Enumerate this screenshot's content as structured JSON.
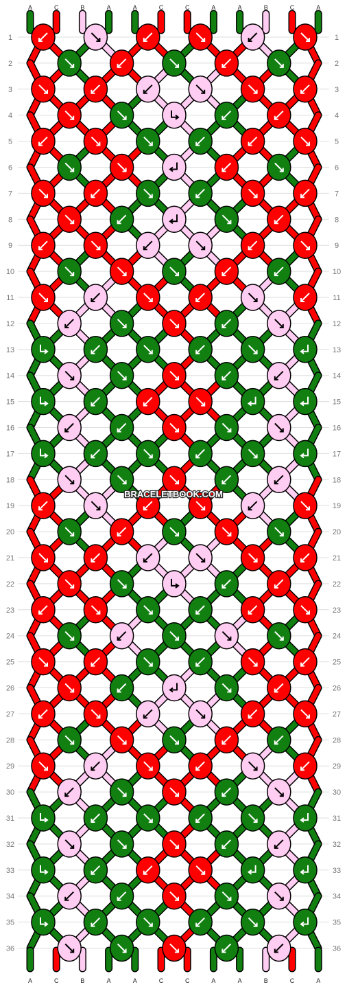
{
  "watermark": "BRACELETBOOK.COM",
  "colors": {
    "A": "#118011",
    "B": "#ffccf2",
    "C": "#ff0000",
    "outline": "#000000",
    "grid_line": "#dddddd"
  },
  "strands": [
    "A",
    "C",
    "B",
    "A",
    "A",
    "C",
    "C",
    "A",
    "A",
    "B",
    "C",
    "A"
  ],
  "rows": [
    "1",
    "2",
    "3",
    "4",
    "5",
    "6",
    "7",
    "8",
    "9",
    "10",
    "11",
    "12",
    "13",
    "14",
    "15",
    "16",
    "17",
    "18",
    "19",
    "20",
    "21",
    "22",
    "23",
    "24",
    "25",
    "26",
    "27",
    "28",
    "29",
    "30",
    "31",
    "32",
    "33",
    "34",
    "35",
    "36"
  ],
  "knots": [
    [
      {
        "c": "C",
        "d": "bl"
      },
      {
        "c": "B",
        "d": "br"
      },
      {
        "c": "C",
        "d": "bl"
      },
      {
        "c": "C",
        "d": "br"
      },
      {
        "c": "B",
        "d": "bl"
      },
      {
        "c": "C",
        "d": "br"
      }
    ],
    [
      {
        "c": "A",
        "d": "br"
      },
      {
        "c": "C",
        "d": "bl"
      },
      {
        "c": "A",
        "d": "br"
      },
      {
        "c": "C",
        "d": "bl"
      },
      {
        "c": "A",
        "d": "br"
      }
    ],
    [
      {
        "c": "C",
        "d": "br"
      },
      {
        "c": "C",
        "d": "bl"
      },
      {
        "c": "B",
        "d": "bl"
      },
      {
        "c": "B",
        "d": "br"
      },
      {
        "c": "C",
        "d": "br"
      },
      {
        "c": "C",
        "d": "bl"
      }
    ],
    [
      {
        "c": "C",
        "d": "br"
      },
      {
        "c": "A",
        "d": "br"
      },
      {
        "c": "B",
        "d": "fr"
      },
      {
        "c": "A",
        "d": "bl"
      },
      {
        "c": "C",
        "d": "bl"
      }
    ],
    [
      {
        "c": "C",
        "d": "bl"
      },
      {
        "c": "C",
        "d": "br"
      },
      {
        "c": "A",
        "d": "br"
      },
      {
        "c": "A",
        "d": "bl"
      },
      {
        "c": "C",
        "d": "bl"
      },
      {
        "c": "C",
        "d": "br"
      }
    ],
    [
      {
        "c": "A",
        "d": "br"
      },
      {
        "c": "C",
        "d": "br"
      },
      {
        "c": "B",
        "d": "fl"
      },
      {
        "c": "C",
        "d": "bl"
      },
      {
        "c": "A",
        "d": "br"
      }
    ],
    [
      {
        "c": "C",
        "d": "br"
      },
      {
        "c": "C",
        "d": "bl"
      },
      {
        "c": "A",
        "d": "br"
      },
      {
        "c": "A",
        "d": "bl"
      },
      {
        "c": "C",
        "d": "br"
      },
      {
        "c": "C",
        "d": "bl"
      }
    ],
    [
      {
        "c": "C",
        "d": "br"
      },
      {
        "c": "A",
        "d": "bl"
      },
      {
        "c": "B",
        "d": "fl"
      },
      {
        "c": "A",
        "d": "br"
      },
      {
        "c": "C",
        "d": "bl"
      }
    ],
    [
      {
        "c": "C",
        "d": "bl"
      },
      {
        "c": "C",
        "d": "br"
      },
      {
        "c": "B",
        "d": "bl"
      },
      {
        "c": "B",
        "d": "br"
      },
      {
        "c": "C",
        "d": "bl"
      },
      {
        "c": "C",
        "d": "br"
      }
    ],
    [
      {
        "c": "A",
        "d": "br"
      },
      {
        "c": "C",
        "d": "br"
      },
      {
        "c": "A",
        "d": "br"
      },
      {
        "c": "C",
        "d": "bl"
      },
      {
        "c": "A",
        "d": "bl"
      }
    ],
    [
      {
        "c": "C",
        "d": "br"
      },
      {
        "c": "B",
        "d": "bl"
      },
      {
        "c": "C",
        "d": "br"
      },
      {
        "c": "C",
        "d": "bl"
      },
      {
        "c": "B",
        "d": "br"
      },
      {
        "c": "C",
        "d": "bl"
      }
    ],
    [
      {
        "c": "B",
        "d": "bl"
      },
      {
        "c": "A",
        "d": "br"
      },
      {
        "c": "C",
        "d": "br"
      },
      {
        "c": "A",
        "d": "bl"
      },
      {
        "c": "B",
        "d": "br"
      }
    ],
    [
      {
        "c": "A",
        "d": "fr"
      },
      {
        "c": "A",
        "d": "bl"
      },
      {
        "c": "A",
        "d": "br"
      },
      {
        "c": "A",
        "d": "bl"
      },
      {
        "c": "A",
        "d": "br"
      },
      {
        "c": "A",
        "d": "fl"
      }
    ],
    [
      {
        "c": "B",
        "d": "br"
      },
      {
        "c": "A",
        "d": "br"
      },
      {
        "c": "C",
        "d": "br"
      },
      {
        "c": "A",
        "d": "bl"
      },
      {
        "c": "B",
        "d": "bl"
      }
    ],
    [
      {
        "c": "A",
        "d": "fr"
      },
      {
        "c": "A",
        "d": "bl"
      },
      {
        "c": "C",
        "d": "bl"
      },
      {
        "c": "C",
        "d": "br"
      },
      {
        "c": "A",
        "d": "fl"
      },
      {
        "c": "A",
        "d": "fl"
      }
    ],
    [
      {
        "c": "B",
        "d": "bl"
      },
      {
        "c": "A",
        "d": "bl"
      },
      {
        "c": "C",
        "d": "br"
      },
      {
        "c": "A",
        "d": "br"
      },
      {
        "c": "B",
        "d": "br"
      }
    ],
    [
      {
        "c": "A",
        "d": "fr"
      },
      {
        "c": "A",
        "d": "bl"
      },
      {
        "c": "A",
        "d": "br"
      },
      {
        "c": "A",
        "d": "bl"
      },
      {
        "c": "A",
        "d": "br"
      },
      {
        "c": "A",
        "d": "fl"
      }
    ],
    [
      {
        "c": "B",
        "d": "br"
      },
      {
        "c": "A",
        "d": "br"
      },
      {
        "c": "C",
        "d": "br"
      },
      {
        "c": "A",
        "d": "bl"
      },
      {
        "c": "B",
        "d": "bl"
      }
    ],
    [
      {
        "c": "C",
        "d": "bl"
      },
      {
        "c": "B",
        "d": "br"
      },
      {
        "c": "C",
        "d": "bl"
      },
      {
        "c": "C",
        "d": "br"
      },
      {
        "c": "B",
        "d": "bl"
      },
      {
        "c": "C",
        "d": "br"
      }
    ],
    [
      {
        "c": "A",
        "d": "br"
      },
      {
        "c": "C",
        "d": "bl"
      },
      {
        "c": "A",
        "d": "br"
      },
      {
        "c": "C",
        "d": "br"
      },
      {
        "c": "A",
        "d": "br"
      }
    ],
    [
      {
        "c": "C",
        "d": "br"
      },
      {
        "c": "C",
        "d": "bl"
      },
      {
        "c": "B",
        "d": "bl"
      },
      {
        "c": "B",
        "d": "br"
      },
      {
        "c": "C",
        "d": "br"
      },
      {
        "c": "C",
        "d": "bl"
      }
    ],
    [
      {
        "c": "C",
        "d": "br"
      },
      {
        "c": "A",
        "d": "br"
      },
      {
        "c": "B",
        "d": "fr"
      },
      {
        "c": "A",
        "d": "bl"
      },
      {
        "c": "C",
        "d": "bl"
      }
    ],
    [
      {
        "c": "C",
        "d": "bl"
      },
      {
        "c": "C",
        "d": "br"
      },
      {
        "c": "A",
        "d": "br"
      },
      {
        "c": "A",
        "d": "bl"
      },
      {
        "c": "C",
        "d": "bl"
      },
      {
        "c": "C",
        "d": "br"
      }
    ],
    [
      {
        "c": "A",
        "d": "br"
      },
      {
        "c": "B",
        "d": "bl"
      },
      {
        "c": "A",
        "d": "br"
      },
      {
        "c": "B",
        "d": "br"
      },
      {
        "c": "A",
        "d": "br"
      }
    ],
    [
      {
        "c": "C",
        "d": "br"
      },
      {
        "c": "C",
        "d": "bl"
      },
      {
        "c": "A",
        "d": "br"
      },
      {
        "c": "A",
        "d": "bl"
      },
      {
        "c": "C",
        "d": "br"
      },
      {
        "c": "C",
        "d": "bl"
      }
    ],
    [
      {
        "c": "C",
        "d": "br"
      },
      {
        "c": "A",
        "d": "bl"
      },
      {
        "c": "B",
        "d": "fl"
      },
      {
        "c": "A",
        "d": "br"
      },
      {
        "c": "C",
        "d": "bl"
      }
    ],
    [
      {
        "c": "C",
        "d": "bl"
      },
      {
        "c": "C",
        "d": "br"
      },
      {
        "c": "B",
        "d": "bl"
      },
      {
        "c": "B",
        "d": "br"
      },
      {
        "c": "C",
        "d": "bl"
      },
      {
        "c": "C",
        "d": "br"
      }
    ],
    [
      {
        "c": "A",
        "d": "br"
      },
      {
        "c": "C",
        "d": "br"
      },
      {
        "c": "A",
        "d": "br"
      },
      {
        "c": "C",
        "d": "bl"
      },
      {
        "c": "A",
        "d": "bl"
      }
    ],
    [
      {
        "c": "C",
        "d": "br"
      },
      {
        "c": "B",
        "d": "bl"
      },
      {
        "c": "C",
        "d": "br"
      },
      {
        "c": "C",
        "d": "bl"
      },
      {
        "c": "B",
        "d": "br"
      },
      {
        "c": "C",
        "d": "bl"
      }
    ],
    [
      {
        "c": "B",
        "d": "bl"
      },
      {
        "c": "A",
        "d": "br"
      },
      {
        "c": "C",
        "d": "br"
      },
      {
        "c": "A",
        "d": "bl"
      },
      {
        "c": "B",
        "d": "br"
      }
    ],
    [
      {
        "c": "A",
        "d": "fr"
      },
      {
        "c": "A",
        "d": "bl"
      },
      {
        "c": "A",
        "d": "br"
      },
      {
        "c": "A",
        "d": "bl"
      },
      {
        "c": "A",
        "d": "br"
      },
      {
        "c": "A",
        "d": "fl"
      }
    ],
    [
      {
        "c": "B",
        "d": "br"
      },
      {
        "c": "A",
        "d": "br"
      },
      {
        "c": "C",
        "d": "br"
      },
      {
        "c": "A",
        "d": "bl"
      },
      {
        "c": "B",
        "d": "bl"
      }
    ],
    [
      {
        "c": "A",
        "d": "fr"
      },
      {
        "c": "A",
        "d": "bl"
      },
      {
        "c": "C",
        "d": "bl"
      },
      {
        "c": "C",
        "d": "br"
      },
      {
        "c": "A",
        "d": "fl"
      },
      {
        "c": "A",
        "d": "fl"
      }
    ],
    [
      {
        "c": "B",
        "d": "bl"
      },
      {
        "c": "A",
        "d": "bl"
      },
      {
        "c": "C",
        "d": "br"
      },
      {
        "c": "A",
        "d": "br"
      },
      {
        "c": "B",
        "d": "br"
      }
    ],
    [
      {
        "c": "A",
        "d": "fr"
      },
      {
        "c": "A",
        "d": "bl"
      },
      {
        "c": "A",
        "d": "br"
      },
      {
        "c": "A",
        "d": "bl"
      },
      {
        "c": "A",
        "d": "br"
      },
      {
        "c": "A",
        "d": "fl"
      }
    ],
    [
      {
        "c": "B",
        "d": "br"
      },
      {
        "c": "A",
        "d": "br"
      },
      {
        "c": "C",
        "d": "br"
      },
      {
        "c": "A",
        "d": "bl"
      },
      {
        "c": "B",
        "d": "bl"
      }
    ]
  ]
}
